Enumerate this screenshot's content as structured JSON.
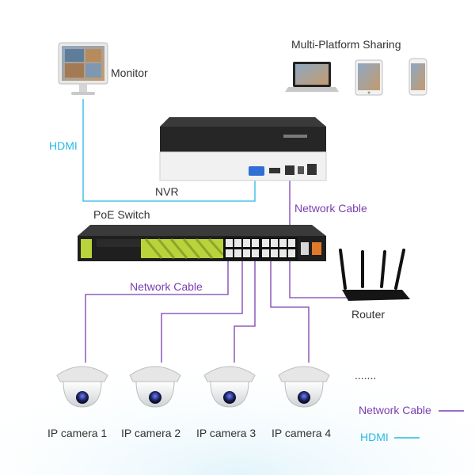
{
  "labels": {
    "monitor": "Monitor",
    "multi_platform": "Multi-Platform Sharing",
    "hdmi": "HDMI",
    "nvr": "NVR",
    "poe_switch": "PoE Switch",
    "network_cable_top": "Network Cable",
    "network_cable_mid": "Network Cable",
    "router": "Router",
    "ellipsis": ".......",
    "cameras": [
      "IP camera 1",
      "IP camera 2",
      "IP camera 3",
      "IP camera 4"
    ]
  },
  "legend": {
    "network_cable": "Network Cable",
    "hdmi": "HDMI"
  },
  "colors": {
    "network_cable": "#7b3fb0",
    "hdmi": "#27b9e6",
    "switch_accent": "#b8d43a",
    "device_dark": "#1f1f1f"
  }
}
